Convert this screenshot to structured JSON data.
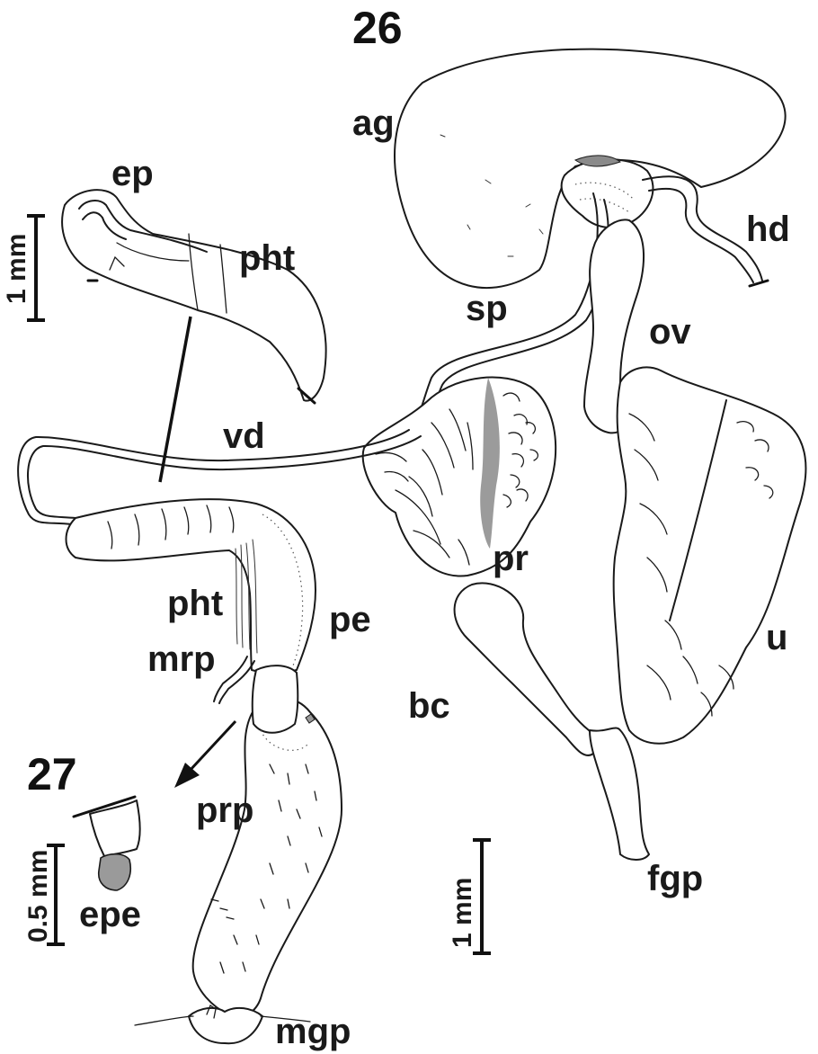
{
  "figures": {
    "fig26": "26",
    "fig27": "27"
  },
  "labels": {
    "ag": "ag",
    "hd": "hd",
    "ep": "ep",
    "pht_top": "pht",
    "sp": "sp",
    "ov": "ov",
    "vd": "vd",
    "pr": "pr",
    "pht_mid": "pht",
    "pe": "pe",
    "u": "u",
    "mrp": "mrp",
    "bc": "bc",
    "prp": "prp",
    "fgp": "fgp",
    "epe": "epe",
    "mgp": "mgp"
  },
  "scale_bars": {
    "left_top": "1 mm",
    "left_bottom": "0.5 mm",
    "right_bottom": "1 mm"
  },
  "colors": {
    "ink": "#1a1a1a",
    "shade": "#8a8a8a",
    "epe_fill": "#9a9a9a"
  }
}
